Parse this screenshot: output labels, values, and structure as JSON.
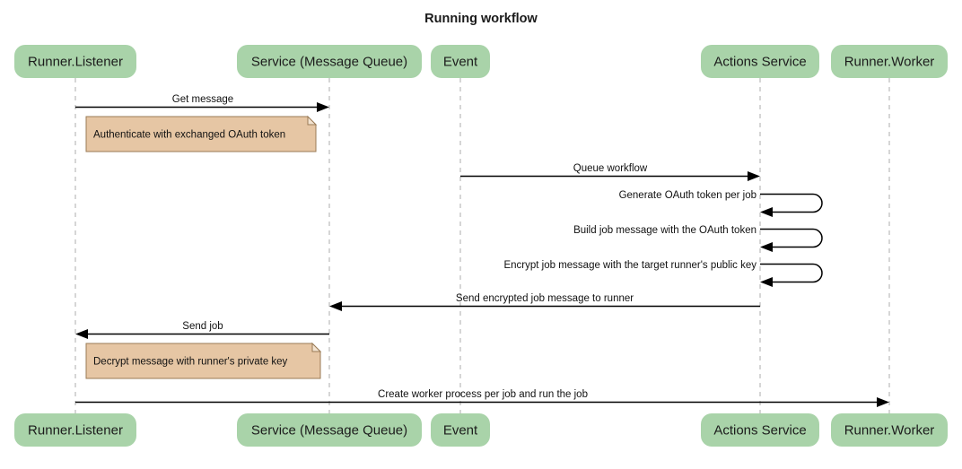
{
  "title": "Running workflow",
  "colors": {
    "participant_fill": "#a9d3a9",
    "note_fill": "#e6c6a4",
    "note_border": "#9a7b56",
    "lifeline": "#b5b5b5",
    "line": "#000000",
    "background": "#ffffff"
  },
  "participants": [
    {
      "id": "runner-listener",
      "label": "Runner.Listener"
    },
    {
      "id": "service-message-queue",
      "label": "Service (Message Queue)"
    },
    {
      "id": "event",
      "label": "Event"
    },
    {
      "id": "actions-service",
      "label": "Actions Service"
    },
    {
      "id": "runner-worker",
      "label": "Runner.Worker"
    }
  ],
  "messages": [
    {
      "id": "get-message",
      "label": "Get message",
      "from": "runner-listener",
      "to": "service-message-queue",
      "direction": "right",
      "kind": "arrow"
    },
    {
      "id": "queue-workflow",
      "label": "Queue workflow",
      "from": "event",
      "to": "actions-service",
      "direction": "right",
      "kind": "arrow"
    },
    {
      "id": "generate-oauth-token",
      "label": "Generate OAuth token per job",
      "from": "actions-service",
      "to": "actions-service",
      "direction": "self",
      "kind": "self-loop"
    },
    {
      "id": "build-job-message",
      "label": "Build job message with the OAuth token",
      "from": "actions-service",
      "to": "actions-service",
      "direction": "self",
      "kind": "self-loop"
    },
    {
      "id": "encrypt-job-message",
      "label": "Encrypt job message with the target runner's public key",
      "from": "actions-service",
      "to": "actions-service",
      "direction": "self",
      "kind": "self-loop"
    },
    {
      "id": "send-encrypted-job",
      "label": "Send encrypted job message to runner",
      "from": "actions-service",
      "to": "service-message-queue",
      "direction": "left",
      "kind": "arrow"
    },
    {
      "id": "send-job",
      "label": "Send job",
      "from": "service-message-queue",
      "to": "runner-listener",
      "direction": "left",
      "kind": "arrow"
    },
    {
      "id": "create-worker-process",
      "label": "Create worker process per job and run the job",
      "from": "runner-listener",
      "to": "runner-worker",
      "direction": "right",
      "kind": "arrow"
    }
  ],
  "notes": [
    {
      "id": "note-authenticate",
      "label": "Authenticate with exchanged OAuth token"
    },
    {
      "id": "note-decrypt",
      "label": "Decrypt message with runner's private key"
    }
  ]
}
